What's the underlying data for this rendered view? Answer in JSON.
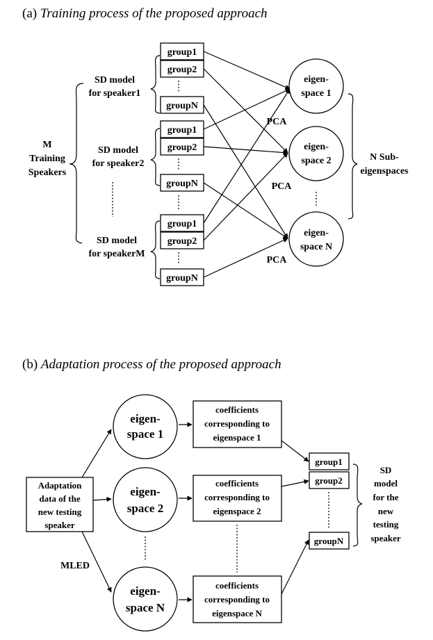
{
  "part_a": {
    "title_prefix": "(a) ",
    "title_italic": "Training process of the proposed approach",
    "m_label": [
      "M",
      "Training",
      "Speakers"
    ],
    "sd_models": [
      [
        "SD model",
        "for speaker1"
      ],
      [
        "SD model",
        "for speaker2"
      ],
      [
        "SD model",
        "for speakerM"
      ]
    ],
    "groups": [
      "group1",
      "group2",
      "groupN"
    ],
    "eigenspaces": [
      [
        "eigen-",
        "space 1"
      ],
      [
        "eigen-",
        "space 2"
      ],
      [
        "eigen-",
        "space N"
      ]
    ],
    "pca": "PCA",
    "n_sub": [
      "N Sub-",
      "eigenspaces"
    ]
  },
  "part_b": {
    "title_prefix": "(b) ",
    "title_italic": "Adaptation process of the proposed approach",
    "adaptation": [
      "Adaptation",
      "data of the",
      "new testing",
      "speaker"
    ],
    "mled": "MLED",
    "eigenspaces": [
      [
        "eigen-",
        "space 1"
      ],
      [
        "eigen-",
        "space 2"
      ],
      [
        "eigen-",
        "space N"
      ]
    ],
    "coefficients": [
      [
        "coefficients",
        "corresponding to",
        "eigenspace 1"
      ],
      [
        "coefficients",
        "corresponding to",
        "eigenspace 2"
      ],
      [
        "coefficients",
        "corresponding to",
        "eigenspace N"
      ]
    ],
    "groups": [
      "group1",
      "group2",
      "groupN"
    ],
    "sd_model": [
      "SD",
      "model",
      "for the",
      "new",
      "testing",
      "speaker"
    ]
  }
}
